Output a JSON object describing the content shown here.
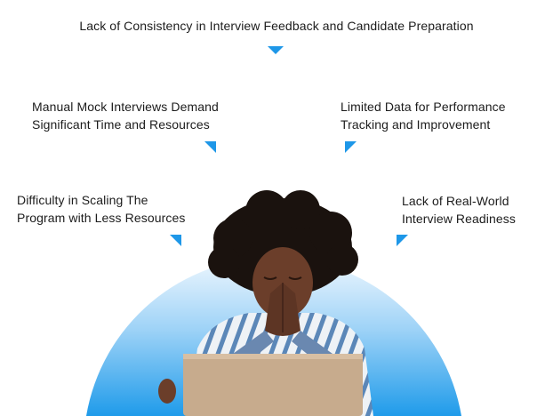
{
  "top": {
    "line1": "Lack of Consistency in Interview Feedback and Candidate Preparation"
  },
  "middle_left": {
    "line1": "Manual Mock Interviews Demand",
    "line2": "Significant Time and Resources"
  },
  "middle_right": {
    "line1": "Limited Data for Performance",
    "line2": "Tracking and Improvement"
  },
  "lower_left": {
    "line1": "Difficulty in Scaling The",
    "line2": "Program with Less Resources"
  },
  "lower_right": {
    "line1": "Lack of Real-World",
    "line2": "Interview Readiness"
  },
  "colors": {
    "accent": "#1e97e8",
    "arc_top": "#e6f3fd",
    "arc_bottom": "#1f9bea"
  },
  "illustration": {
    "icon": "person-praying-at-laptop-illustration"
  }
}
